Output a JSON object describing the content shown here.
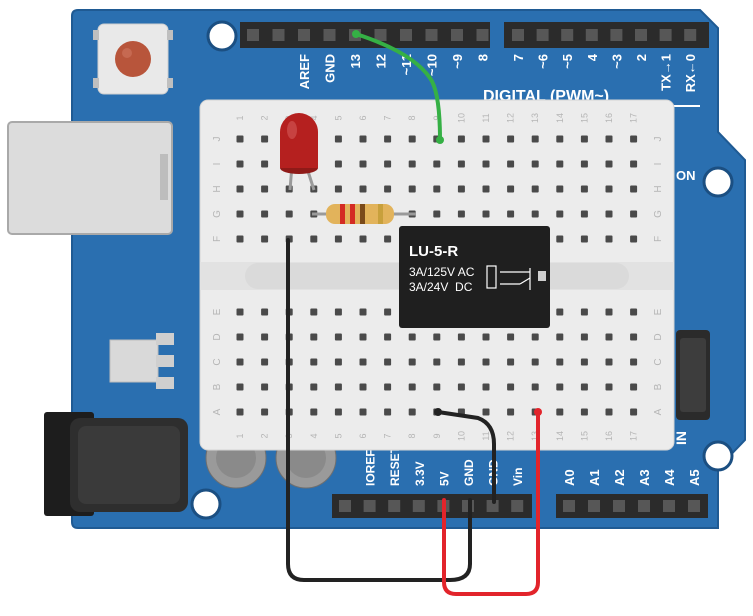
{
  "board": {
    "colors": {
      "pcb": "#2a6fb0",
      "pcb_edge": "#1f5a93",
      "header": "#2b2b2b",
      "breadboard": "#ececec",
      "wire_green": "#35b045",
      "wire_red": "#e2242b",
      "wire_black": "#222222",
      "led": "#b5201f",
      "relay": "#1f1f1f"
    },
    "top_pins": [
      "AREF",
      "GND",
      "13",
      "12",
      "~11",
      "~10",
      "~9",
      "8",
      "7",
      "~6",
      "~5",
      "4",
      "~3",
      "2",
      "TX→1",
      "RX←0"
    ],
    "digital_label": "DIGITAL (PWM~)",
    "on_label": "ON",
    "power_pins": [
      "IOREF",
      "RESET",
      "3.3V",
      "5V",
      "GND",
      "GND",
      "Vin"
    ],
    "analog_pins": [
      "A0",
      "A1",
      "A2",
      "A3",
      "A4",
      "A5"
    ],
    "side_label": "IN"
  },
  "breadboard": {
    "top_rows": [
      "J",
      "I",
      "H",
      "G",
      "F"
    ],
    "bottom_rows": [
      "E",
      "D",
      "C",
      "B",
      "A"
    ],
    "columns": [
      "1",
      "2",
      "3",
      "4",
      "5",
      "6",
      "7",
      "8",
      "9",
      "10",
      "11",
      "12",
      "13",
      "14",
      "15",
      "16",
      "17"
    ]
  },
  "relay": {
    "model": "LU-5-R",
    "line1": "3A/125V AC",
    "line2": "3A/24V  DC"
  },
  "icons": [
    "reset-button-icon",
    "usb-port-icon",
    "power-jack-icon",
    "voltage-regulator-icon",
    "led-icon",
    "resistor-icon",
    "relay-icon"
  ]
}
